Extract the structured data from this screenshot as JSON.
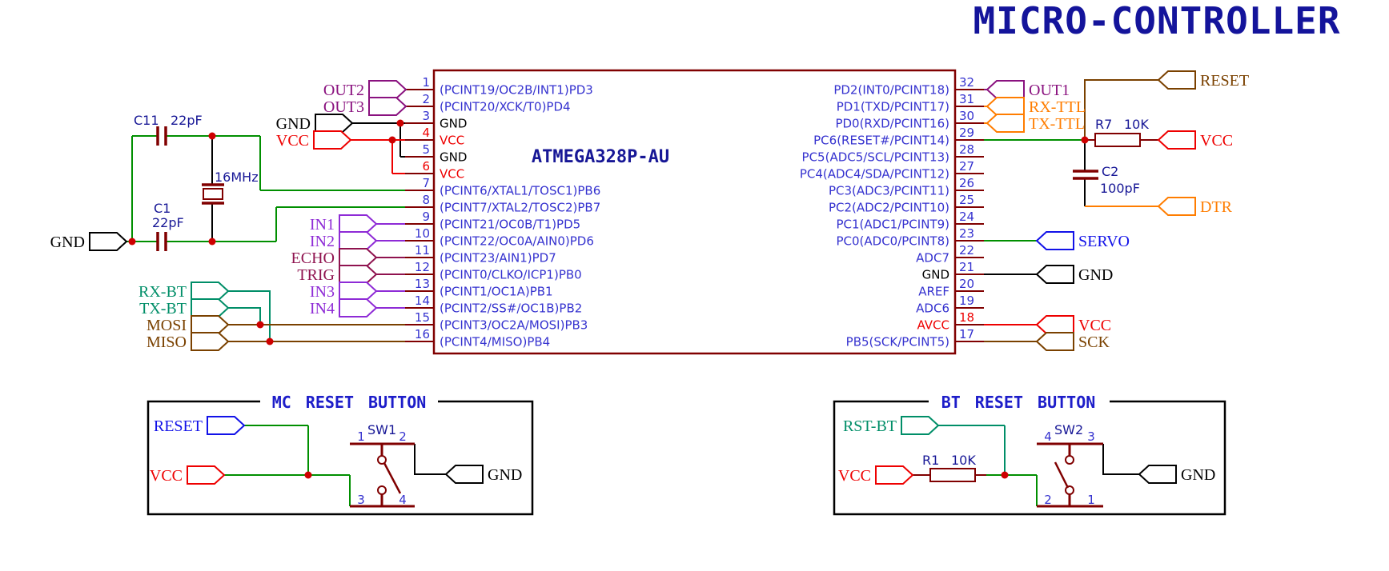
{
  "title": "MICRO-CONTROLLER",
  "ic": {
    "name": "ATMEGA328P-AU",
    "left_pins": [
      {
        "num": "1",
        "label": "(PCINT19/OC2B/INT1)PD3",
        "kind": "io"
      },
      {
        "num": "2",
        "label": "(PCINT20/XCK/T0)PD4",
        "kind": "io"
      },
      {
        "num": "3",
        "label": "GND",
        "kind": "ground"
      },
      {
        "num": "4",
        "label": "VCC",
        "kind": "power"
      },
      {
        "num": "5",
        "label": "GND",
        "kind": "ground"
      },
      {
        "num": "6",
        "label": "VCC",
        "kind": "power"
      },
      {
        "num": "7",
        "label": "(PCINT6/XTAL1/TOSC1)PB6",
        "kind": "io"
      },
      {
        "num": "8",
        "label": "(PCINT7/XTAL2/TOSC2)PB7",
        "kind": "io"
      },
      {
        "num": "9",
        "label": "(PCINT21/OC0B/T1)PD5",
        "kind": "io"
      },
      {
        "num": "10",
        "label": "(PCINT22/OC0A/AIN0)PD6",
        "kind": "io"
      },
      {
        "num": "11",
        "label": "(PCINT23/AIN1)PD7",
        "kind": "io"
      },
      {
        "num": "12",
        "label": "(PCINT0/CLKO/ICP1)PB0",
        "kind": "io"
      },
      {
        "num": "13",
        "label": "(PCINT1/OC1A)PB1",
        "kind": "io"
      },
      {
        "num": "14",
        "label": "(PCINT2/SS#/OC1B)PB2",
        "kind": "io"
      },
      {
        "num": "15",
        "label": "(PCINT3/OC2A/MOSI)PB3",
        "kind": "io"
      },
      {
        "num": "16",
        "label": "(PCINT4/MISO)PB4",
        "kind": "io"
      }
    ],
    "right_pins": [
      {
        "num": "32",
        "label": "PD2(INT0/PCINT18)",
        "kind": "io"
      },
      {
        "num": "31",
        "label": "PD1(TXD/PCINT17)",
        "kind": "io"
      },
      {
        "num": "30",
        "label": "PD0(RXD/PCINT16)",
        "kind": "io"
      },
      {
        "num": "29",
        "label": "PC6(RESET#/PCINT14)",
        "kind": "io"
      },
      {
        "num": "28",
        "label": "PC5(ADC5/SCL/PCINT13)",
        "kind": "io"
      },
      {
        "num": "27",
        "label": "PC4(ADC4/SDA/PCINT12)",
        "kind": "io"
      },
      {
        "num": "26",
        "label": "PC3(ADC3/PCINT11)",
        "kind": "io"
      },
      {
        "num": "25",
        "label": "PC2(ADC2/PCINT10)",
        "kind": "io"
      },
      {
        "num": "24",
        "label": "PC1(ADC1/PCINT9)",
        "kind": "io"
      },
      {
        "num": "23",
        "label": "PC0(ADC0/PCINT8)",
        "kind": "io"
      },
      {
        "num": "22",
        "label": "ADC7",
        "kind": "io"
      },
      {
        "num": "21",
        "label": "GND",
        "kind": "ground"
      },
      {
        "num": "20",
        "label": "AREF",
        "kind": "io"
      },
      {
        "num": "19",
        "label": "ADC6",
        "kind": "io"
      },
      {
        "num": "18",
        "label": "AVCC",
        "kind": "power"
      },
      {
        "num": "17",
        "label": "PB5(SCK/PCINT5)",
        "kind": "io"
      }
    ]
  },
  "net_flags": {
    "out2": "OUT2",
    "out3": "OUT3",
    "gnd_pins35": "GND",
    "vcc_pins46": "VCC",
    "in1": "IN1",
    "in2": "IN2",
    "echo": "ECHO",
    "trig": "TRIG",
    "in3": "IN3",
    "in4": "IN4",
    "rx_bt": "RX-BT",
    "tx_bt": "TX-BT",
    "mosi": "MOSI",
    "miso": "MISO",
    "gnd_crystal": "GND",
    "out1": "OUT1",
    "rx_ttl": "RX-TTL",
    "tx_ttl": "TX-TTL",
    "reset": "RESET",
    "vcc_r7": "VCC",
    "dtr": "DTR",
    "servo": "SERVO",
    "gnd_right": "GND",
    "vcc_avcc": "VCC",
    "sck": "SCK"
  },
  "components": {
    "c11": {
      "ref": "C11",
      "value": "22pF"
    },
    "crystal": {
      "value": "16MHz"
    },
    "c1": {
      "ref": "C1",
      "value": "22pF"
    },
    "r7": {
      "ref": "R7",
      "value": "10K"
    },
    "c2": {
      "ref": "C2",
      "value": "100pF"
    },
    "r1": {
      "ref": "R1",
      "value": "10K"
    },
    "sw1": {
      "ref": "SW1",
      "pin1": "1",
      "pin2": "2",
      "pin3": "3",
      "pin4": "4"
    },
    "sw2": {
      "ref": "SW2",
      "pin1": "1",
      "pin2": "2",
      "pin3": "3",
      "pin4": "4"
    }
  },
  "boxes": {
    "mc_reset": {
      "title": "MC RESET BUTTON",
      "reset_label": "RESET",
      "vcc_label": "VCC",
      "gnd_label": "GND"
    },
    "bt_reset": {
      "title": "BT RESET BUTTON",
      "rst_bt_label": "RST-BT",
      "vcc_label": "VCC",
      "gnd_label": "GND"
    }
  },
  "colors": {
    "wire_green": "#008F00",
    "maroon": "#800000",
    "red": "#EE0000",
    "pin_blue": "#3532CF",
    "value_navy": "#171796",
    "title_navy": "#14149B",
    "box_title_blue": "#1D1DC9",
    "purple": "#8A127F",
    "violet": "#8E2BD6",
    "crimson": "#8F134F",
    "orange": "#FF7D00",
    "teal": "#008E68",
    "brown": "#7A4100",
    "label_blue": "#1212E8",
    "junction_red": "#CE0000"
  }
}
